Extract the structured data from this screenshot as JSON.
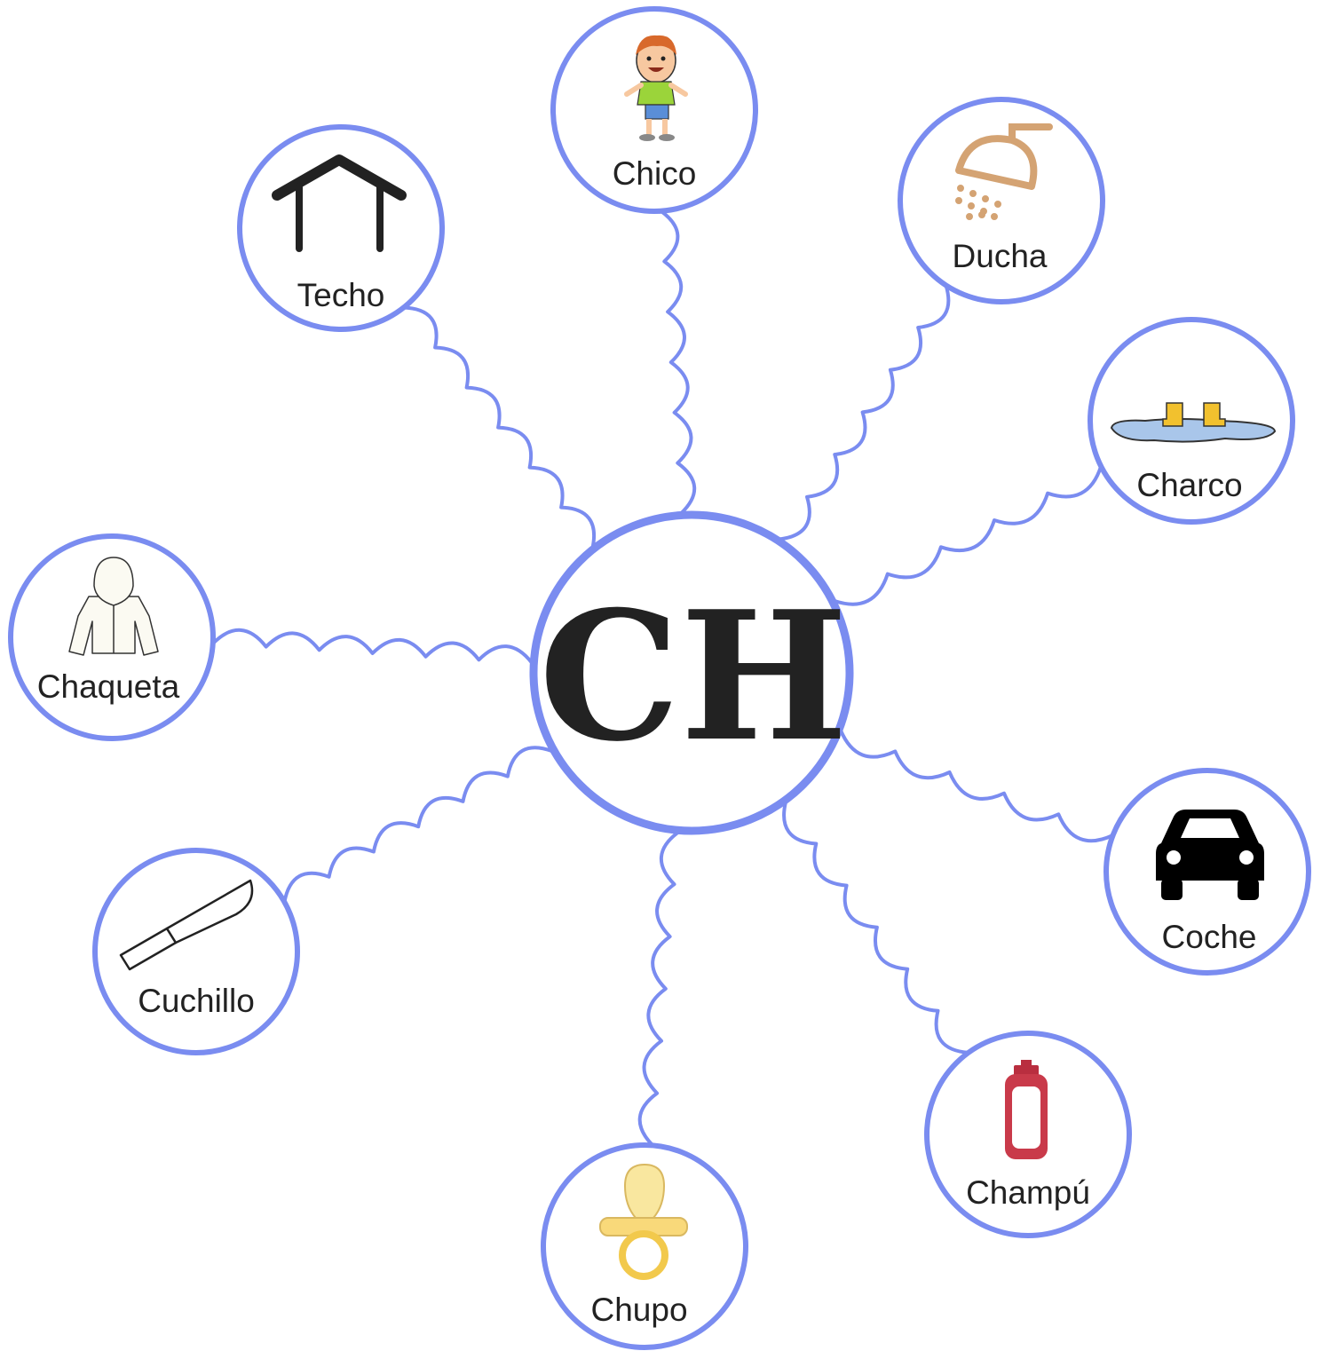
{
  "center": {
    "label": "CH"
  },
  "words": [
    {
      "id": "chico",
      "label": "Chico",
      "icon": "boy-icon"
    },
    {
      "id": "ducha",
      "label": "Ducha",
      "icon": "shower-icon"
    },
    {
      "id": "charco",
      "label": "Charco",
      "icon": "puddle-boots-icon"
    },
    {
      "id": "coche",
      "label": "Coche",
      "icon": "car-icon"
    },
    {
      "id": "champu",
      "label": "Champú",
      "icon": "shampoo-bottle-icon"
    },
    {
      "id": "chupo",
      "label": "Chupo",
      "icon": "pacifier-icon"
    },
    {
      "id": "cuchillo",
      "label": "Cuchillo",
      "icon": "knife-icon"
    },
    {
      "id": "chaqueta",
      "label": "Chaqueta",
      "icon": "jacket-icon"
    },
    {
      "id": "techo",
      "label": "Techo",
      "icon": "roof-icon"
    }
  ],
  "colors": {
    "ring": "#7a8cf0",
    "text": "#222222"
  }
}
